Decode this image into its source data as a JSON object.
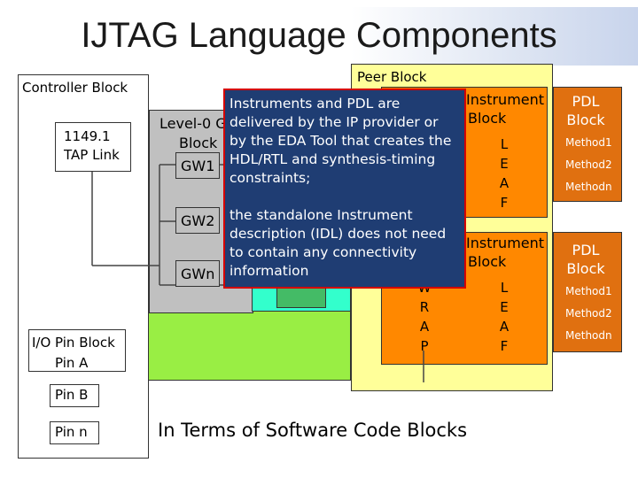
{
  "title": "IJTAG Language Components",
  "controller": {
    "label": "Controller Block",
    "tap_line1": "1149.1",
    "tap_line2": "TAP Link"
  },
  "level0": {
    "label_line1": "Level-0 G",
    "label_line2": "Block",
    "gw1": "GW1",
    "gw2": "GW2",
    "gwn": "GWn"
  },
  "peer_block": "Peer Block",
  "instrument_blocks": [
    {
      "line1": "Instrument",
      "line2": "Block",
      "leaf": [
        "L",
        "E",
        "A",
        "F"
      ]
    },
    {
      "line1": "Instrument",
      "line2": "Block",
      "leaf": [
        "L",
        "E",
        "A",
        "F"
      ]
    }
  ],
  "wrap_letters": [
    "W",
    "R",
    "A",
    "P"
  ],
  "pdl_blocks": [
    {
      "line1": "PDL",
      "line2": "Block",
      "methods": [
        "Method1",
        "Method2",
        "Methodn"
      ]
    },
    {
      "line1": "PDL",
      "line2": "Block",
      "methods": [
        "Method1",
        "Method2",
        "Methodn"
      ]
    }
  ],
  "io": {
    "label": "I/O Pin Block",
    "pin_a": "Pin A",
    "pin_b": "Pin B",
    "pin_n": "Pin n"
  },
  "callout": {
    "lines_a": [
      "Instruments and PDL are",
      "delivered by the IP provider or",
      "by the EDA Tool that creates the",
      "HDL/RTL and synthesis-timing",
      "constraints;"
    ],
    "lines_b": [
      "the standalone Instrument",
      "description (IDL) does not need",
      "to contain any connectivity",
      "information"
    ]
  },
  "caption": "In Terms of Software Code Blocks",
  "colors": {
    "gray": "#c0c0c0",
    "yellow": "#ffff99",
    "green": "#99ee44",
    "cyan": "#33ffcc",
    "orange": "#ff8800",
    "dark_orange": "#e07010",
    "callout": "#1f3d73",
    "callout_border": "#d40000"
  }
}
